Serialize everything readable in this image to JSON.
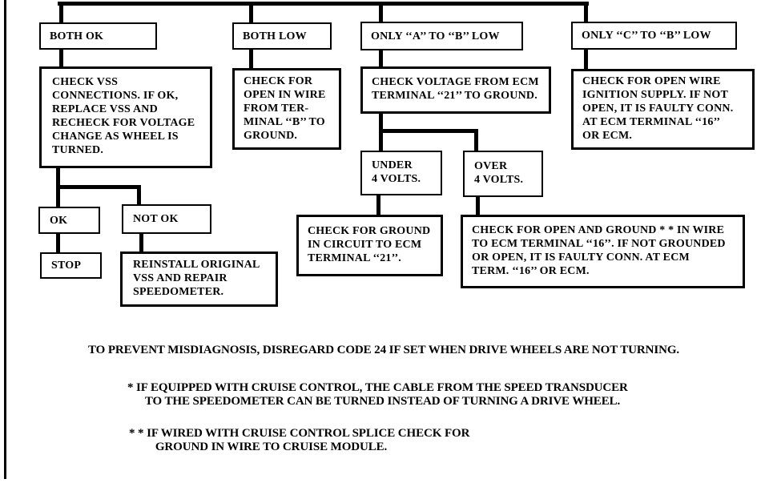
{
  "diagram": {
    "title_hidden": "",
    "columns": {
      "both_ok": {
        "header": "BOTH OK",
        "action": "CHECK VSS\nCONNECTIONS. IF OK,\nREPLACE VSS AND\nRECHECK FOR VOLTAGE\nCHANGE AS WHEEL IS\nTURNED.",
        "ok": {
          "label": "OK",
          "result": "STOP"
        },
        "not_ok": {
          "label": "NOT OK",
          "result": "REINSTALL ORIGINAL\nVSS AND REPAIR\nSPEEDOMETER."
        }
      },
      "both_low": {
        "header": "BOTH LOW",
        "action": "CHECK FOR\nOPEN IN WIRE\nFROM TER-\nMINAL ‘‘B’’ TO\nGROUND."
      },
      "only_a_to_b_low": {
        "header": "ONLY ‘‘A’’ TO ‘‘B’’ LOW",
        "action": "CHECK VOLTAGE FROM ECM\nTERMINAL ‘‘21’’ TO GROUND.",
        "under": {
          "label": "UNDER\n4 VOLTS.",
          "result": "CHECK FOR GROUND\nIN CIRCUIT TO ECM\nTERMINAL ‘‘21’’."
        },
        "over": {
          "label": "OVER\n4 VOLTS.",
          "result": "CHECK FOR OPEN AND GROUND * * IN WIRE\nTO ECM TERMINAL ‘‘16’’. IF NOT GROUNDED\nOR OPEN, IT IS FAULTY CONN. AT ECM\nTERM. ‘‘16’’ OR ECM."
        }
      },
      "only_c_to_b_low": {
        "header": "ONLY ‘‘C’’ TO ‘‘B’’ LOW",
        "action": "CHECK FOR OPEN WIRE\nIGNITION SUPPLY. IF NOT\nOPEN, IT IS FAULTY CONN.\nAT ECM TERMINAL ‘‘16’’\nOR ECM."
      }
    },
    "notes": {
      "misdiagnosis": "TO PREVENT MISDIAGNOSIS, DISREGARD CODE 24 IF SET WHEN DRIVE WHEELS ARE NOT TURNING.",
      "cruise_transducer": "* IF EQUIPPED WITH CRUISE CONTROL, THE CABLE FROM THE SPEED TRANSDUCER\n      TO THE SPEEDOMETER CAN BE TURNED INSTEAD OF TURNING A DRIVE WHEEL.",
      "cruise_splice": "* * IF WIRED WITH CRUISE CONTROL SPLICE CHECK FOR\n         GROUND IN WIRE TO CRUISE MODULE."
    },
    "colors": {
      "line": "#000000",
      "background": "#ffffff"
    }
  }
}
